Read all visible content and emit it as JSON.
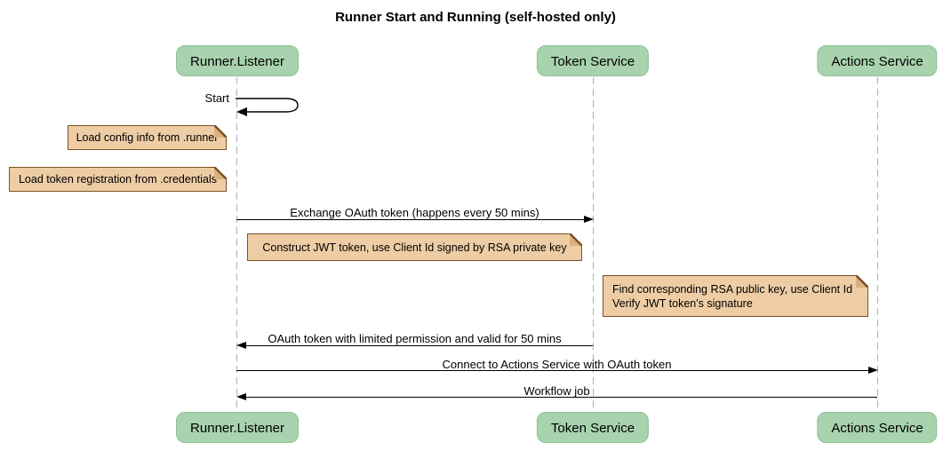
{
  "title": "Runner Start and Running (self-hosted only)",
  "participants": [
    {
      "name": "Runner.Listener"
    },
    {
      "name": "Token Service"
    },
    {
      "name": "Actions Service"
    }
  ],
  "messages": [
    {
      "label": "Start",
      "from": "Runner.Listener",
      "to": "Runner.Listener",
      "kind": "self"
    },
    {
      "label": "Exchange OAuth token (happens every 50 mins)",
      "from": "Runner.Listener",
      "to": "Token Service",
      "kind": "arrow"
    },
    {
      "label": "OAuth token with limited permission and valid for 50 mins",
      "from": "Token Service",
      "to": "Runner.Listener",
      "kind": "arrow"
    },
    {
      "label": "Connect to Actions Service with OAuth token",
      "from": "Runner.Listener",
      "to": "Actions Service",
      "kind": "arrow"
    },
    {
      "label": "Workflow job",
      "from": "Actions Service",
      "to": "Runner.Listener",
      "kind": "arrow"
    }
  ],
  "notes": [
    {
      "text": "Load config info from .runner"
    },
    {
      "text": "Load token registration from .credentials"
    },
    {
      "text": "Construct JWT token, use Client Id signed by RSA private key"
    },
    {
      "lines": [
        "Find corresponding RSA public key, use Client Id",
        "Verify JWT token's signature"
      ]
    }
  ],
  "colors": {
    "participant-fill": "#a8d3ae",
    "participant-border": "#8fbf98",
    "note-fill": "#eecda5",
    "note-border": "#7c5226",
    "note-fold": "#d9b27f",
    "lifeline": "#b0b0b0",
    "line": "#000000",
    "text": "#000000"
  }
}
